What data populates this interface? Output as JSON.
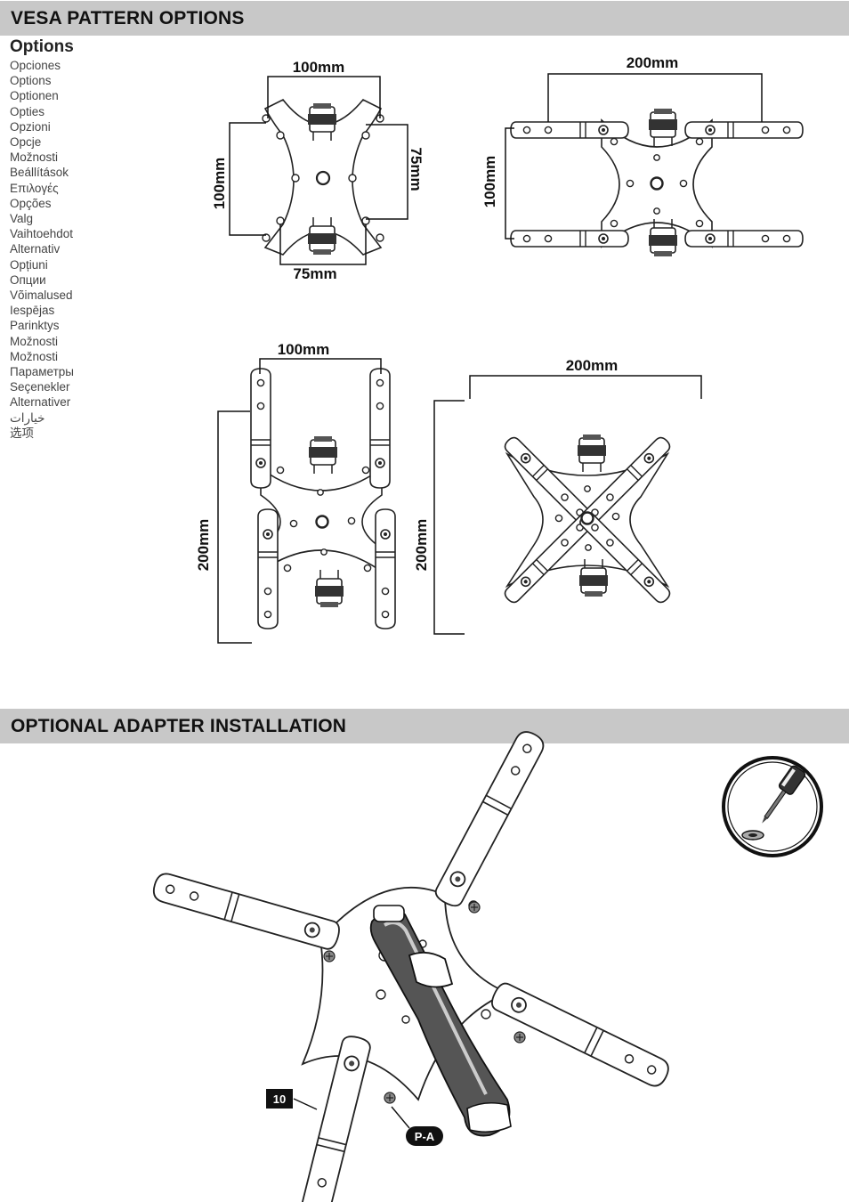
{
  "sections": {
    "vesa_title": "VESA PATTERN OPTIONS",
    "adapter_title": "OPTIONAL ADAPTER INSTALLATION"
  },
  "options": {
    "title": "Options",
    "items": [
      "Opciones",
      "Options",
      "Optionen",
      "Opties",
      "Opzioni",
      "Opcje",
      "Možnosti",
      "Beállítások",
      "Επιλογές",
      "Opções",
      "Valg",
      "Vaihtoehdot",
      "Alternativ",
      "Opțiuni",
      "Опции",
      "Võimalused",
      "Iespējas",
      "Parinktys",
      "Možnosti",
      "Možnosti",
      "Параметры",
      "Seçenekler",
      "Alternativer",
      "خيارات",
      "选项"
    ]
  },
  "diagrams": {
    "d1": {
      "top": "100mm",
      "right": "75mm",
      "left": "100mm",
      "bottom": "75mm"
    },
    "d2": {
      "top": "200mm",
      "left": "100mm"
    },
    "d3": {
      "top": "100mm",
      "left": "200mm"
    },
    "d4": {
      "top": "200mm",
      "left": "200mm"
    }
  },
  "callouts": {
    "part_number": "10",
    "part_label": "P-A"
  },
  "colors": {
    "section_bar": "#c8c8c8",
    "callout": "#111111"
  }
}
